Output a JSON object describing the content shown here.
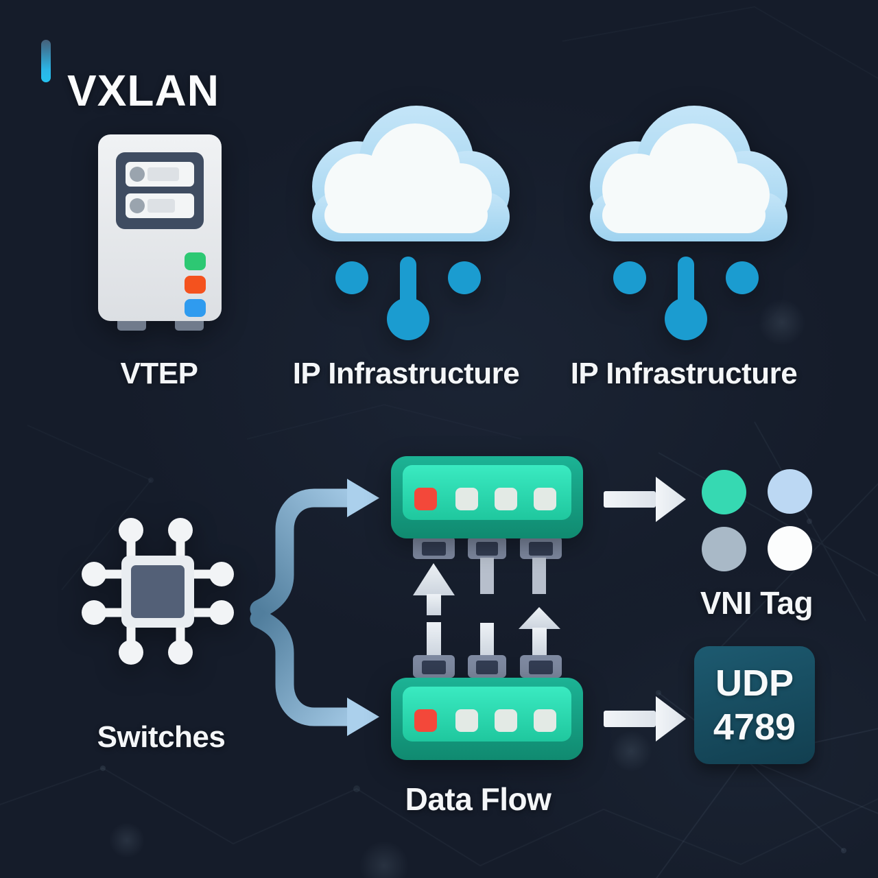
{
  "header": {
    "title": "VXLAN"
  },
  "labels": {
    "vtep": "VTEP",
    "ip_infrastructure_1": "IP Infrastructure",
    "ip_infrastructure_2": "IP Infrastructure",
    "switches": "Switches",
    "data_flow": "Data Flow",
    "vni_tag": "VNI Tag",
    "udp_port_line1": "UDP",
    "udp_port_line2": "4789"
  },
  "icons": {
    "server": "server-tower-icon",
    "cloud_left": "cloud-network-icon",
    "cloud_right": "cloud-network-icon",
    "chip": "chip-icon",
    "switch_top": "network-switch-icon",
    "switch_bottom": "network-switch-icon",
    "split_arrows": "branch-arrows-icon",
    "flow_arrows": "upward-flow-arrows-icon",
    "arrow_to_vni": "right-arrow-icon",
    "arrow_to_udp": "right-arrow-icon",
    "vni_dots": "vni-color-dots-icon"
  },
  "colors": {
    "background": "#151c2a",
    "accent_cyan": "#29b6e8",
    "droplet_blue": "#1b9cd0",
    "cloud_outer": "#b3dcf4",
    "cloud_inner": "#f6fafa",
    "switch_body": "#16a189",
    "switch_face": "#2fe0b5",
    "port_red": "#f3483a",
    "port_gray": "#e3eae5",
    "connector_gray": "#7e89a0",
    "arrow_light": "#e0e6ed",
    "curve_arrow_blue": "#a9cee9",
    "udp_badge": "#16485c",
    "vni_dot_teal": "#36d9b2",
    "vni_dot_blue": "#bcd8f3",
    "vni_dot_gray": "#a9b9c7",
    "vni_dot_white": "#fcfdfd",
    "text": "#f4f6f8"
  }
}
